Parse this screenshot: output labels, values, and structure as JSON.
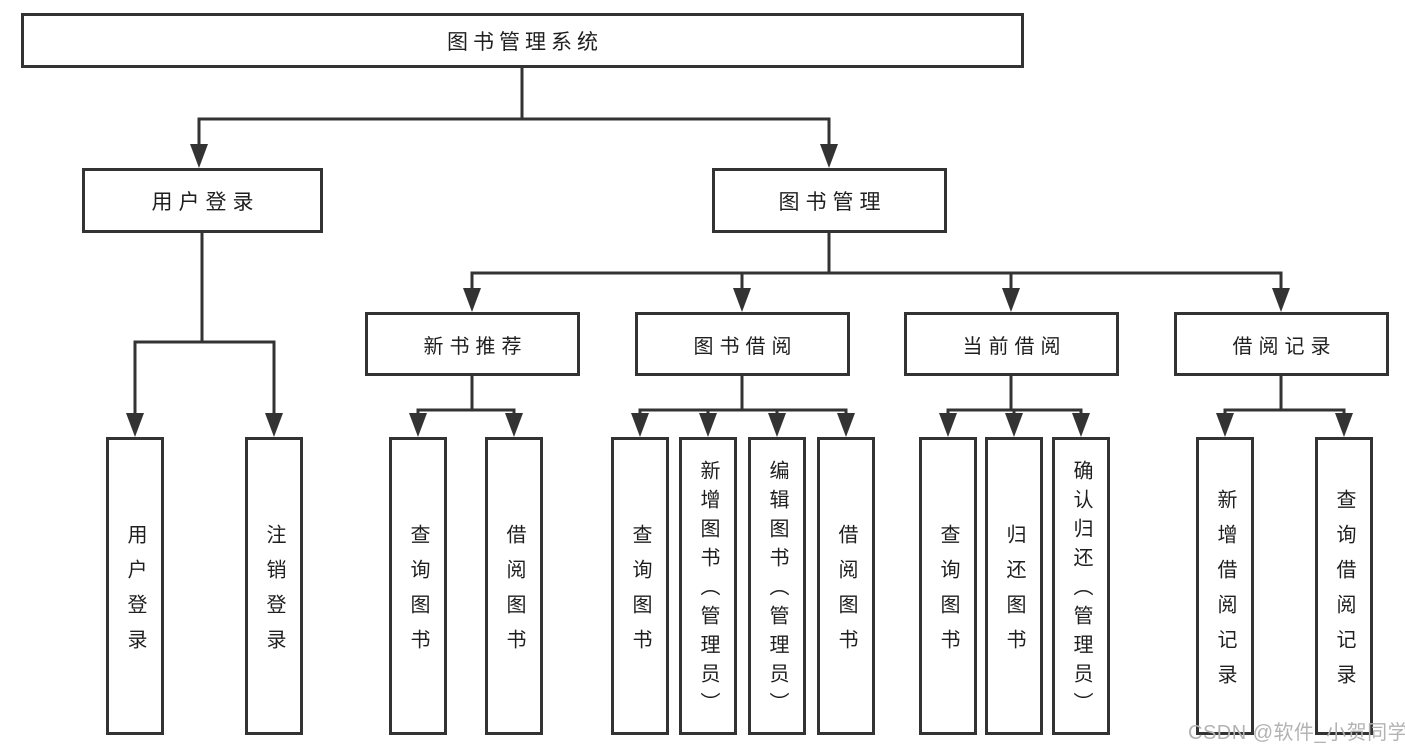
{
  "diagram": {
    "watermark": "CSDN @软件_小贺同学",
    "colors": {
      "line": "#333333",
      "box_border": "#333333",
      "text": "#1f1f1f",
      "watermark": "#b3b3b3",
      "background": "#ffffff"
    }
  },
  "tree": {
    "label": "图书管理系统",
    "children": [
      {
        "label": "用户登录",
        "children": [
          {
            "label": "用户登录"
          },
          {
            "label": "注销登录"
          }
        ]
      },
      {
        "label": "图书管理",
        "children": [
          {
            "label": "新书推荐",
            "children": [
              {
                "label": "查询图书"
              },
              {
                "label": "借阅图书"
              }
            ]
          },
          {
            "label": "图书借阅",
            "children": [
              {
                "label": "查询图书"
              },
              {
                "label": "新增图书（管理员）"
              },
              {
                "label": "编辑图书（管理员）"
              },
              {
                "label": "借阅图书"
              }
            ]
          },
          {
            "label": "当前借阅",
            "children": [
              {
                "label": "查询图书"
              },
              {
                "label": "归还图书"
              },
              {
                "label": "确认归还（管理员）"
              }
            ]
          },
          {
            "label": "借阅记录",
            "children": [
              {
                "label": "新增借阅记录"
              },
              {
                "label": "查询借阅记录"
              }
            ]
          }
        ]
      }
    ]
  }
}
